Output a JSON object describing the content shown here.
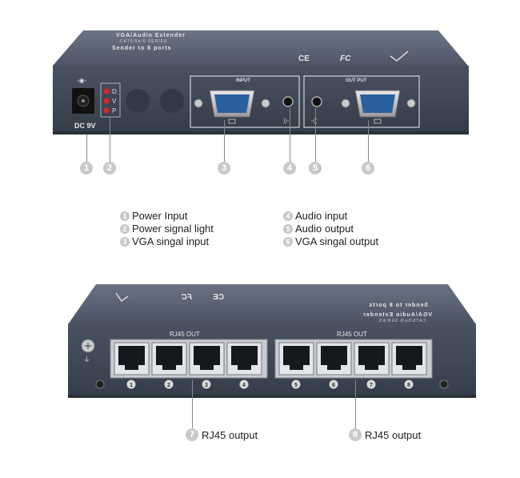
{
  "top_device": {
    "top_lid_text": {
      "line1": "VGA/Audio Extender",
      "line2": "CAT5/5e/6 SERIES",
      "line3": "Sender to 8 ports"
    },
    "power_label": "DC 9V",
    "led_labels": [
      "D",
      "V",
      "P"
    ],
    "input_label": "INPUT",
    "output_label": "OUT PUT",
    "ce_mark": "CE",
    "fc_mark": "FC"
  },
  "callouts_top": [
    "1",
    "2",
    "3",
    "4",
    "5",
    "6"
  ],
  "legend_left": [
    {
      "num": "1",
      "text": "Power Input"
    },
    {
      "num": "2",
      "text": "Power signal light"
    },
    {
      "num": "3",
      "text": "VGA singal input"
    }
  ],
  "legend_right": [
    {
      "num": "4",
      "text": "Audio input"
    },
    {
      "num": "5",
      "text": "Audio output"
    },
    {
      "num": "6",
      "text": "VGA singal output"
    }
  ],
  "bottom_device": {
    "rj45_group_label_left": "RJ45 OUT",
    "rj45_group_label_right": "RJ45 OUT",
    "port_numbers": [
      "1",
      "2",
      "3",
      "4",
      "5",
      "6",
      "7",
      "8"
    ],
    "lid_text": {
      "line1": "Sender to 8 ports",
      "line2": "VGA/Audio Extender",
      "line3": "CAT5/5e/6 SERIES"
    }
  },
  "callouts_bottom": [
    {
      "num": "7",
      "text": "RJ45 output"
    },
    {
      "num": "8",
      "text": "RJ45 output"
    }
  ],
  "colors": {
    "device_body": "#4b5566",
    "device_face": "#3f4756",
    "callout": "#c9c9c9",
    "led": "#d62828"
  }
}
